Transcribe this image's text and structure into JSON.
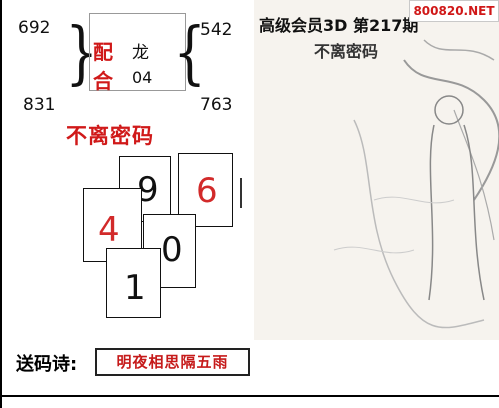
{
  "numbers": {
    "top_left": "692",
    "bottom_left": "831",
    "top_right": "542",
    "bottom_right": "763"
  },
  "pairing": {
    "pei": "配",
    "long": "龙",
    "he": "合",
    "he_value": "04"
  },
  "buli_label": "不离密码",
  "cards": [
    "9",
    "6",
    "4",
    "0",
    "1"
  ],
  "art": {
    "title": "高级会员3D 第217期",
    "subtitle": "不离密码"
  },
  "logo": "800820.NET",
  "poem": {
    "label": "送码诗:",
    "text": "明夜相思隔五雨"
  },
  "colors": {
    "red": "#cc1a1a",
    "dark": "#111111"
  }
}
